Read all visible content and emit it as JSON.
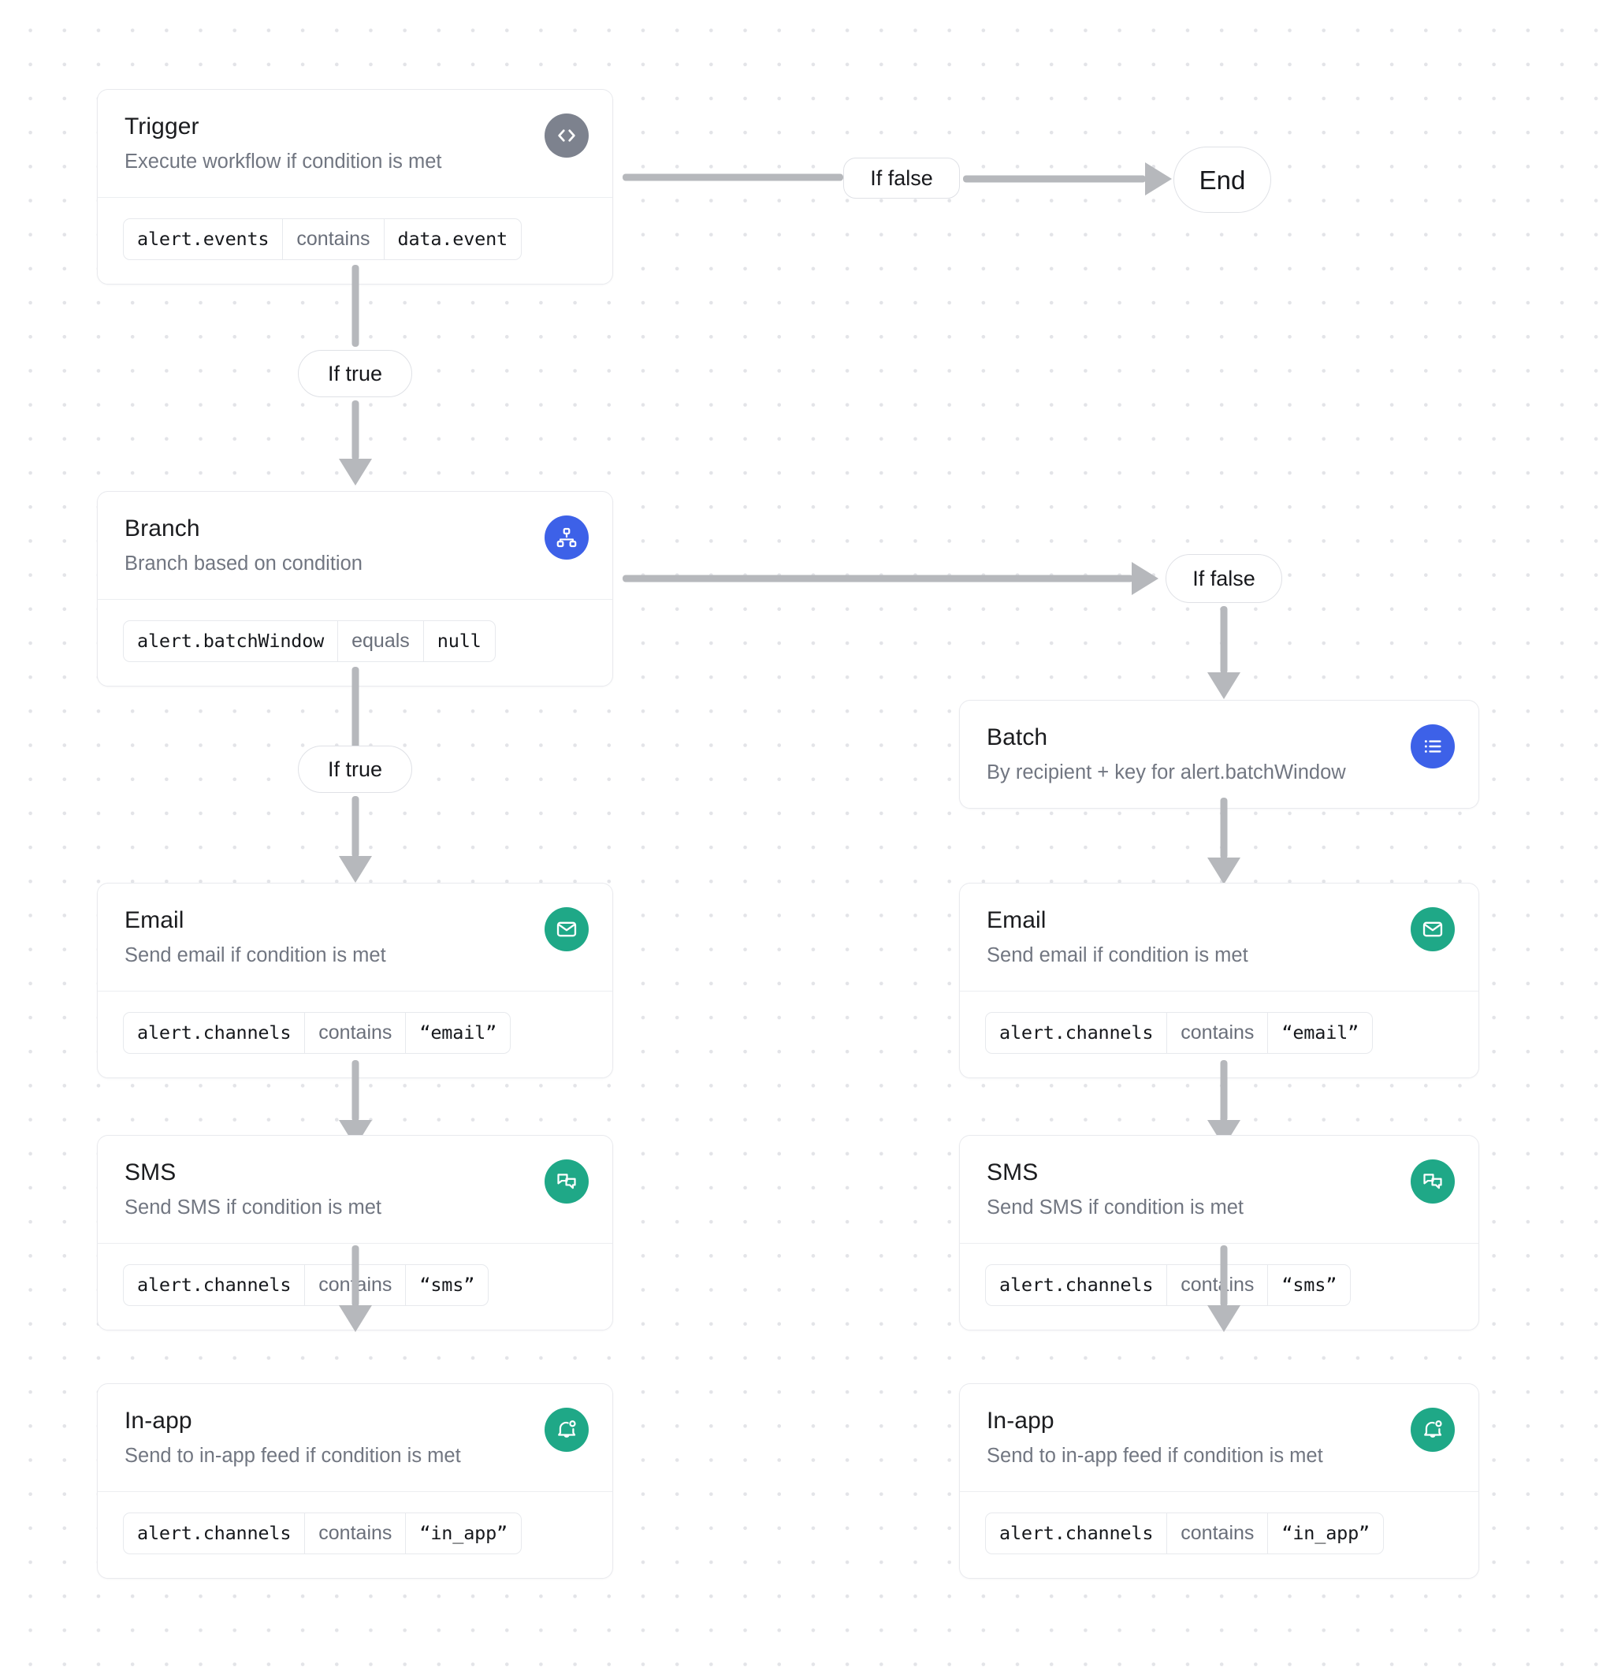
{
  "canvas": {
    "background": "#ffffff",
    "dot_color": "#e3e4e8",
    "connector_color": "#b6b8bc"
  },
  "nodes": {
    "trigger": {
      "title": "Trigger",
      "subtitle": "Execute workflow if condition is met",
      "icon": "code-brackets-icon",
      "icon_color": "#7d828e",
      "condition": {
        "field": "alert.events",
        "operator": "contains",
        "value": "data.event"
      }
    },
    "branch": {
      "title": "Branch",
      "subtitle": "Branch based on condition",
      "icon": "hierarchy-icon",
      "icon_color": "#3d61e8",
      "condition": {
        "field": "alert.batchWindow",
        "operator": "equals",
        "value": "null"
      }
    },
    "batch": {
      "title": "Batch",
      "subtitle": "By recipient + key for alert.batchWindow",
      "icon": "list-icon",
      "icon_color": "#3d61e8"
    },
    "email_left": {
      "title": "Email",
      "subtitle": "Send email if condition is met",
      "icon": "envelope-icon",
      "icon_color": "#1fa887",
      "condition": {
        "field": "alert.channels",
        "operator": "contains",
        "value": "“email”"
      }
    },
    "sms_left": {
      "title": "SMS",
      "subtitle": "Send SMS if condition is met",
      "icon": "chat-bubbles-icon",
      "icon_color": "#1fa887",
      "condition": {
        "field": "alert.channels",
        "operator": "contains",
        "value": "“sms”"
      }
    },
    "inapp_left": {
      "title": "In-app",
      "subtitle": "Send to in-app feed if condition is met",
      "icon": "bell-dot-icon",
      "icon_color": "#1fa887",
      "condition": {
        "field": "alert.channels",
        "operator": "contains",
        "value": "“in_app”"
      }
    },
    "email_right": {
      "title": "Email",
      "subtitle": "Send email if condition is met",
      "icon": "envelope-icon",
      "icon_color": "#1fa887",
      "condition": {
        "field": "alert.channels",
        "operator": "contains",
        "value": "“email”"
      }
    },
    "sms_right": {
      "title": "SMS",
      "subtitle": "Send SMS if condition is met",
      "icon": "chat-bubbles-icon",
      "icon_color": "#1fa887",
      "condition": {
        "field": "alert.channels",
        "operator": "contains",
        "value": "“sms”"
      }
    },
    "inapp_right": {
      "title": "In-app",
      "subtitle": "Send to in-app feed if condition is met",
      "icon": "bell-dot-icon",
      "icon_color": "#1fa887",
      "condition": {
        "field": "alert.channels",
        "operator": "contains",
        "value": "“in_app”"
      }
    }
  },
  "labels": {
    "trigger_false": "If false",
    "trigger_true": "If true",
    "branch_false": "If false",
    "branch_true": "If true",
    "end": "End"
  }
}
